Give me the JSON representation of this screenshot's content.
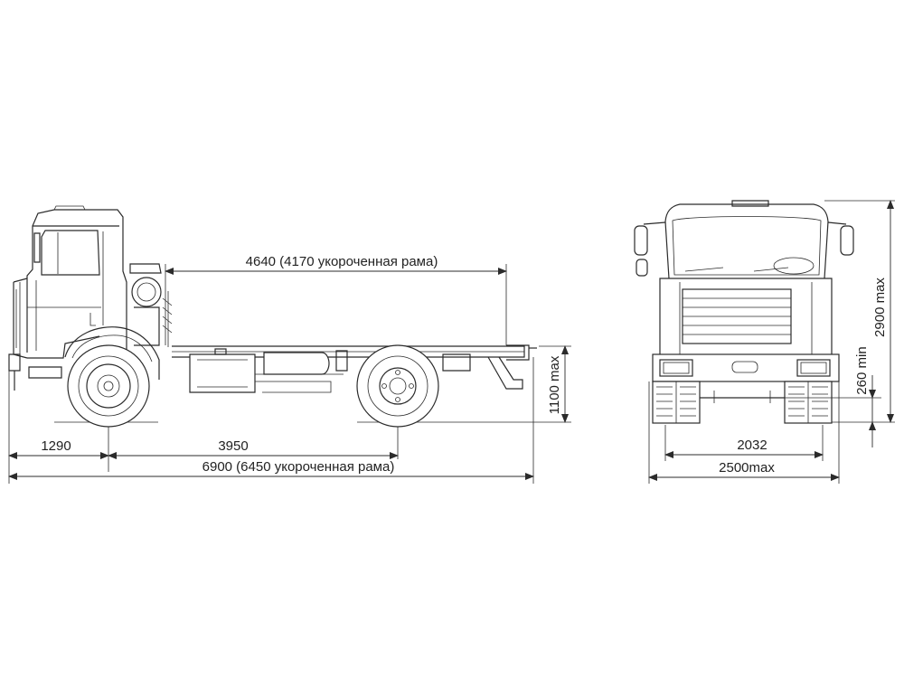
{
  "side_view": {
    "frame_length_label": "4640 (4170 укороченная рама)",
    "front_overhang_label": "1290",
    "wheelbase_label": "3950",
    "overall_length_label": "6900 (6450 укороченная рама)",
    "frame_height_label": "1100 max"
  },
  "front_view": {
    "track_label": "2032",
    "overall_width_label": "2500max",
    "overall_height_label": "2900 max",
    "ground_clearance_label": "260 min"
  }
}
